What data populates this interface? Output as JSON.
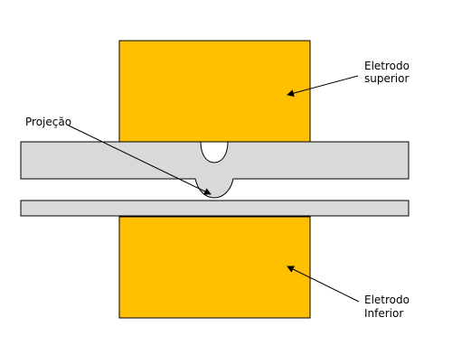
{
  "labels": {
    "upper_electrode_line1": "Eletrodo",
    "upper_electrode_line2": "superior",
    "projection": "Projeção",
    "lower_electrode_line1": "Eletrodo",
    "lower_electrode_line2": "Inferior"
  },
  "colors": {
    "electrode_fill": "#ffc000",
    "sheet_fill": "#d9d9d9",
    "outline": "#000000",
    "background": "#ffffff"
  }
}
